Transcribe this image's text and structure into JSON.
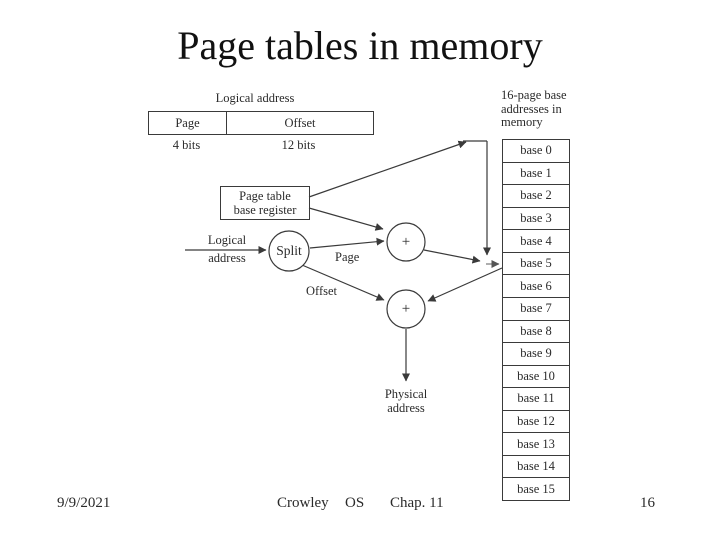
{
  "title": "Page tables in memory",
  "colors": {
    "ink": "#2a2a2a",
    "line": "#3a3a3a",
    "background": "#ffffff"
  },
  "diagram": {
    "logical_address_format": {
      "caption": "Logical address",
      "page_field": "Page",
      "offset_field": "Offset",
      "page_bits": "4 bits",
      "offset_bits": "12 bits"
    },
    "page_table_base_register": {
      "line1": "Page table",
      "line2": "base register"
    },
    "input_label": {
      "line1": "Logical",
      "line2": "address"
    },
    "split_node": "Split",
    "adder1": "+",
    "adder2": "+",
    "page_wire_label": "Page",
    "offset_wire_label": "Offset",
    "output_label": {
      "line1": "Physical",
      "line2": "address"
    }
  },
  "memory_table": {
    "header_lines": [
      "16-page base",
      "addresses in",
      "memory"
    ],
    "rows": [
      "base 0",
      "base 1",
      "base 2",
      "base 3",
      "base 4",
      "base 5",
      "base 6",
      "base 7",
      "base 8",
      "base 9",
      "base 10",
      "base 11",
      "base 12",
      "base 13",
      "base 14",
      "base 15"
    ]
  },
  "footer": {
    "date": "9/9/2021",
    "author": "Crowley",
    "course": "OS",
    "chapter": "Chap. 11",
    "page_number": "16"
  }
}
